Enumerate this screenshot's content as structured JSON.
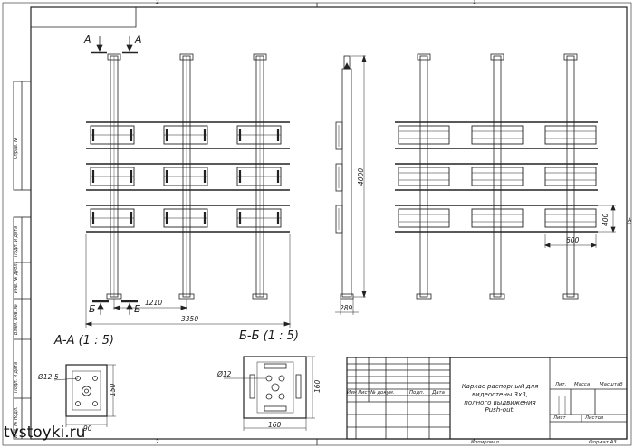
{
  "sheet": {
    "zone_top_left": "2",
    "zone_top_right": "1",
    "zone_bottom_left": "2",
    "zone_bottom_right": "1",
    "zone_right": "A",
    "copied": "Копировал",
    "format": "Формат А3"
  },
  "side_strip": {
    "ref_no": "Справ. №",
    "sign_date_1": "Подп. и дата",
    "dup_no": "Инв. № дубл.",
    "inv_no_replace": "Взам. инв. №",
    "sign_date_2": "Подп. и дата",
    "orig_inv": "Инв. № подл."
  },
  "front_view": {
    "cut_a_left": "А",
    "cut_a_right": "А",
    "cut_b_left": "Б",
    "cut_b_right": "Б",
    "dim_width": "3350",
    "dim_post_spacing": "1210"
  },
  "side_view": {
    "dim_height": "4000",
    "dim_depth": "289"
  },
  "rear_view": {
    "dim_row": "400",
    "dim_col": "600"
  },
  "section_a": {
    "title": "А-А (1 : 5)",
    "hole_dia": "Ø12.5",
    "dim_side": "150",
    "dim_bottom": "90"
  },
  "section_b": {
    "title": "Б-Б (1 : 5)",
    "hole_dia": "Ø12",
    "dim_side": "160",
    "dim_bottom": "160"
  },
  "title_block": {
    "col_change": "Изм",
    "col_sheet": "Лист",
    "col_doc": "№ докум.",
    "col_sign": "Подп.",
    "col_date": "Дата",
    "title": "Каркас распорный для видеостены 3х3, полного выдвижения Push-out.",
    "lit": "Лит.",
    "mass": "Масса",
    "scale": "Масштаб",
    "sheet": "Лист",
    "sheets": "Листов"
  },
  "watermark": "tvstoyki.ru"
}
